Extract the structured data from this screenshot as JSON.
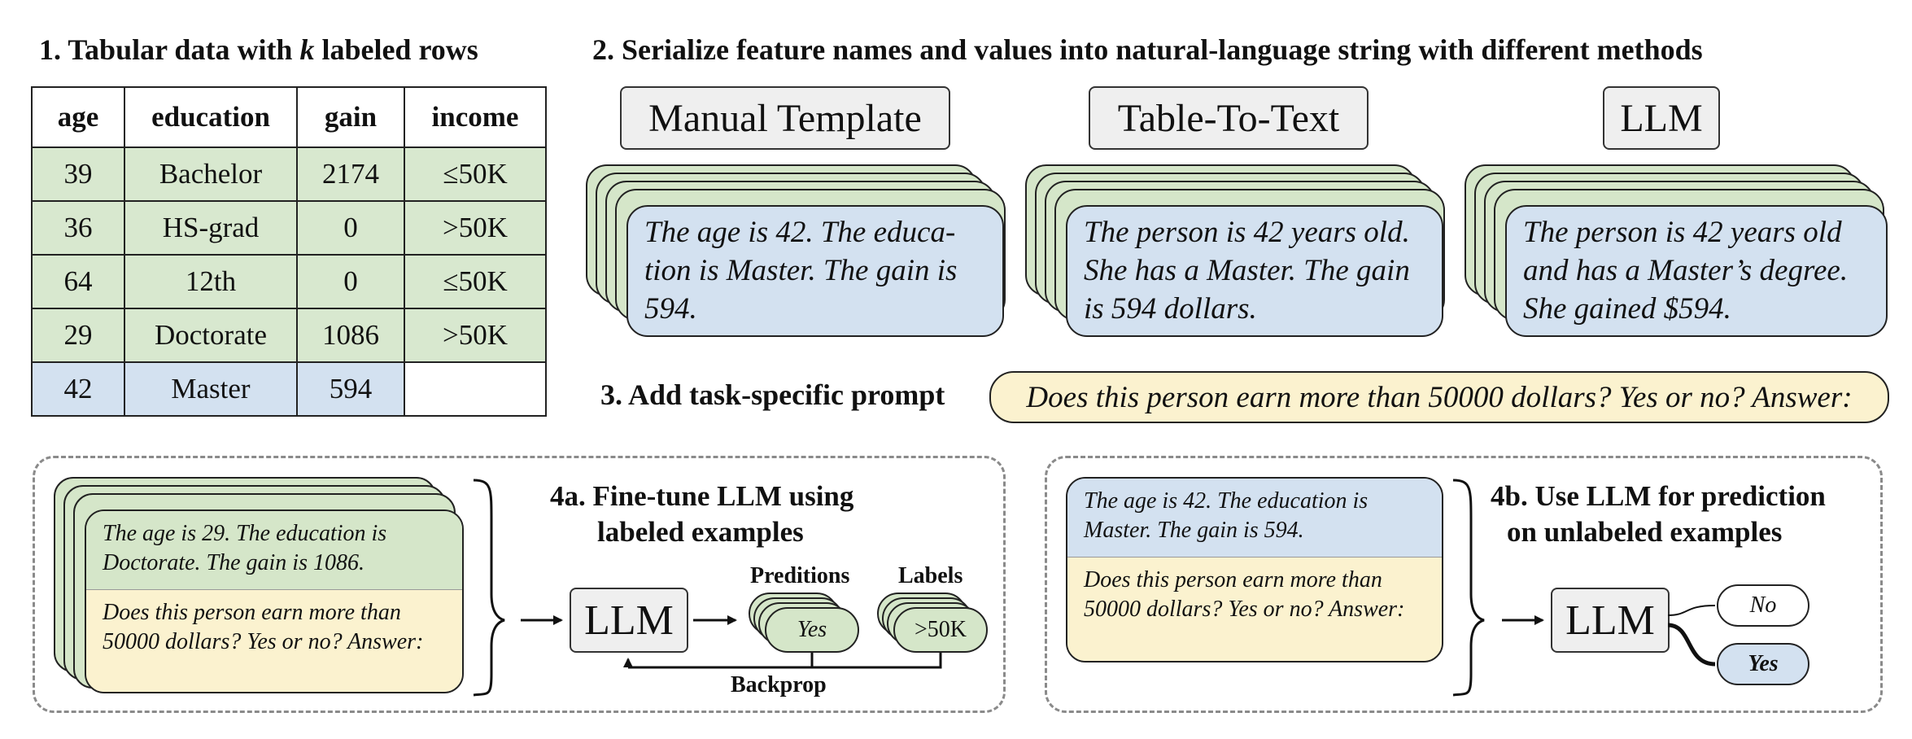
{
  "step1": {
    "prefix": "1. Tabular data with ",
    "k": "k",
    "suffix": " labeled rows"
  },
  "table": {
    "headers": [
      "age",
      "education",
      "gain",
      "income"
    ],
    "rows": [
      [
        "39",
        "Bachelor",
        "2174",
        "≤50K"
      ],
      [
        "36",
        "HS-grad",
        "0",
        ">50K"
      ],
      [
        "64",
        "12th",
        "0",
        "≤50K"
      ],
      [
        "29",
        "Doctorate",
        "1086",
        ">50K"
      ],
      [
        "42",
        "Master",
        "594",
        ""
      ]
    ]
  },
  "step2": "2. Serialize feature names and values into natural-language string with different methods",
  "methods": [
    {
      "label": "Manual Template",
      "text": "The age is 42. The educa-tion is Master. The gain is 594."
    },
    {
      "label": "Table-To-Text",
      "text": "The person is 42 years old. She has a Master. The gain is 594 dollars."
    },
    {
      "label": "LLM",
      "text": "The person is 42 years old and has a Master’s degree. She gained $594."
    }
  ],
  "step3": {
    "title": "3. Add task-specific prompt",
    "prompt": "Does this person earn more than 50000 dollars? Yes or no? Answer:"
  },
  "step4a": {
    "title_line1": "4a. Fine-tune LLM using",
    "title_line2": "labeled examples",
    "example_top": "The age is 29. The education is Doctorate. The gain is 1086.",
    "example_bottom": "Does this person earn more than 50000 dollars? Yes or no? Answer:",
    "llm": "LLM",
    "predictions_label": "Preditions",
    "labels_label": "Labels",
    "prediction_value": "Yes",
    "label_value": ">50K",
    "backprop": "Backprop"
  },
  "step4b": {
    "title_line1": "4b. Use LLM for prediction",
    "title_line2": "on unlabeled examples",
    "example_top": "The age is 42. The education is Master. The gain is 594.",
    "example_bottom": "Does this person earn more than 50000 dollars? Yes or no? Answer:",
    "llm": "LLM",
    "option_no": "No",
    "option_yes": "Yes"
  },
  "colors": {
    "green": "#d5e6c9",
    "blue": "#d3e1f0",
    "yellow": "#fbf2cf",
    "gray": "#efefef"
  }
}
